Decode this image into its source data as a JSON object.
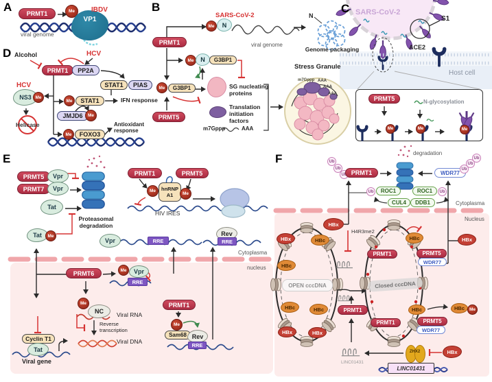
{
  "colors": {
    "prmt_pill": "#c13a4e",
    "me_circle": "#a93226",
    "accent_red": "#d63333",
    "membrane_pink": "#f2a9ad",
    "nucleus_bg": "#fdeceb",
    "rre_purple": "#7e57c2",
    "hbc_orange": "#e08a36",
    "hbx_red": "#c44035",
    "zhx2_gold": "#e2a81d",
    "teal_vp1": "#2a7d9c",
    "wdr77_blue": "#3c5bc0"
  },
  "panels": {
    "a": {
      "label": "A",
      "prmt1": "PRMT1",
      "me": "Me",
      "virus_name": "IBDV",
      "vp1": "VP1",
      "viral_genome": "viral genome"
    },
    "b": {
      "label": "B",
      "prmt1": "PRMT1",
      "prmt5": "PRMT5",
      "virus_name": "SARS-CoV-2",
      "me": "Me",
      "n": "N",
      "viral_genome": "viral genome",
      "n_top": "N",
      "genome_packaging": "Genome packaging",
      "g3bp1": "G3BP1",
      "sg_nucleating": "SG nucleating proteins",
      "translation": "Translation initiation factors",
      "m7gppp": "m7Gppp",
      "aaa": "AAA",
      "stress_granule": "Stress Granule"
    },
    "c": {
      "label": "C",
      "virus_name": "SARS-CoV-2",
      "s1": "S1",
      "ace2": "ACE2",
      "host_cell": "Host cell",
      "prmt5": "PRMT5",
      "me": "Me",
      "n_glycosylation": "N-glycosylation"
    },
    "d": {
      "label": "D",
      "alcohol": "Alcohol",
      "hcv": "HCV",
      "prmt1": "PRMT1",
      "pp2a": "PP2A",
      "stat1": "STAT1",
      "pias": "PIAS",
      "ns3": "NS3",
      "me": "Me",
      "ifn_response": "IFN response",
      "jmjd6": "JMJD6",
      "helicase": "Helicase",
      "foxo3": "FOXO3",
      "antioxidant_response": "Antioxidant response"
    },
    "e": {
      "label": "E",
      "prmt5": "PRMT5",
      "prmt7": "PRMT7",
      "prmt1": "PRMT1",
      "prmt6": "PRMT6",
      "vpr": "Vpr",
      "tat": "Tat",
      "me": "Me",
      "proteasomal_degradation": "Proteasomal degradation",
      "hnrnp_a1": "hnRNP A1",
      "hiv_ires": "HIV IRES",
      "rre": "RRE",
      "rev": "Rev",
      "cytoplasma": "Cytoplasma",
      "nucleus": "nucleus",
      "nc": "NC",
      "viral_rna": "Viral RNA",
      "reverse_transcription": "Reverse transcription",
      "viral_dna": "Viral DNA",
      "cyclin_t1": "Cyclin T1",
      "viral_gene": "Viral gene",
      "sam68": "Sam68"
    },
    "f": {
      "label": "F",
      "degradation": "degradation",
      "ub": "Ub",
      "prmt1": "PRMT1",
      "prmt5": "PRMT5",
      "wdr77": "WDR77",
      "roc1": "ROC1",
      "cul4": "CUL4",
      "ddb1": "DDB1",
      "cytoplasma": "Cytoplasma",
      "nucleus": "Nucleus",
      "hbx": "HBx",
      "hbc": "HBc",
      "me": "Me",
      "h4r3me2": "H4R3me2",
      "open_cccdna": "OPEN cccDNA",
      "closed_cccdna": "Closed cccDNA",
      "zhx2": "ZHX2",
      "linc01431": "LINC01431"
    }
  }
}
